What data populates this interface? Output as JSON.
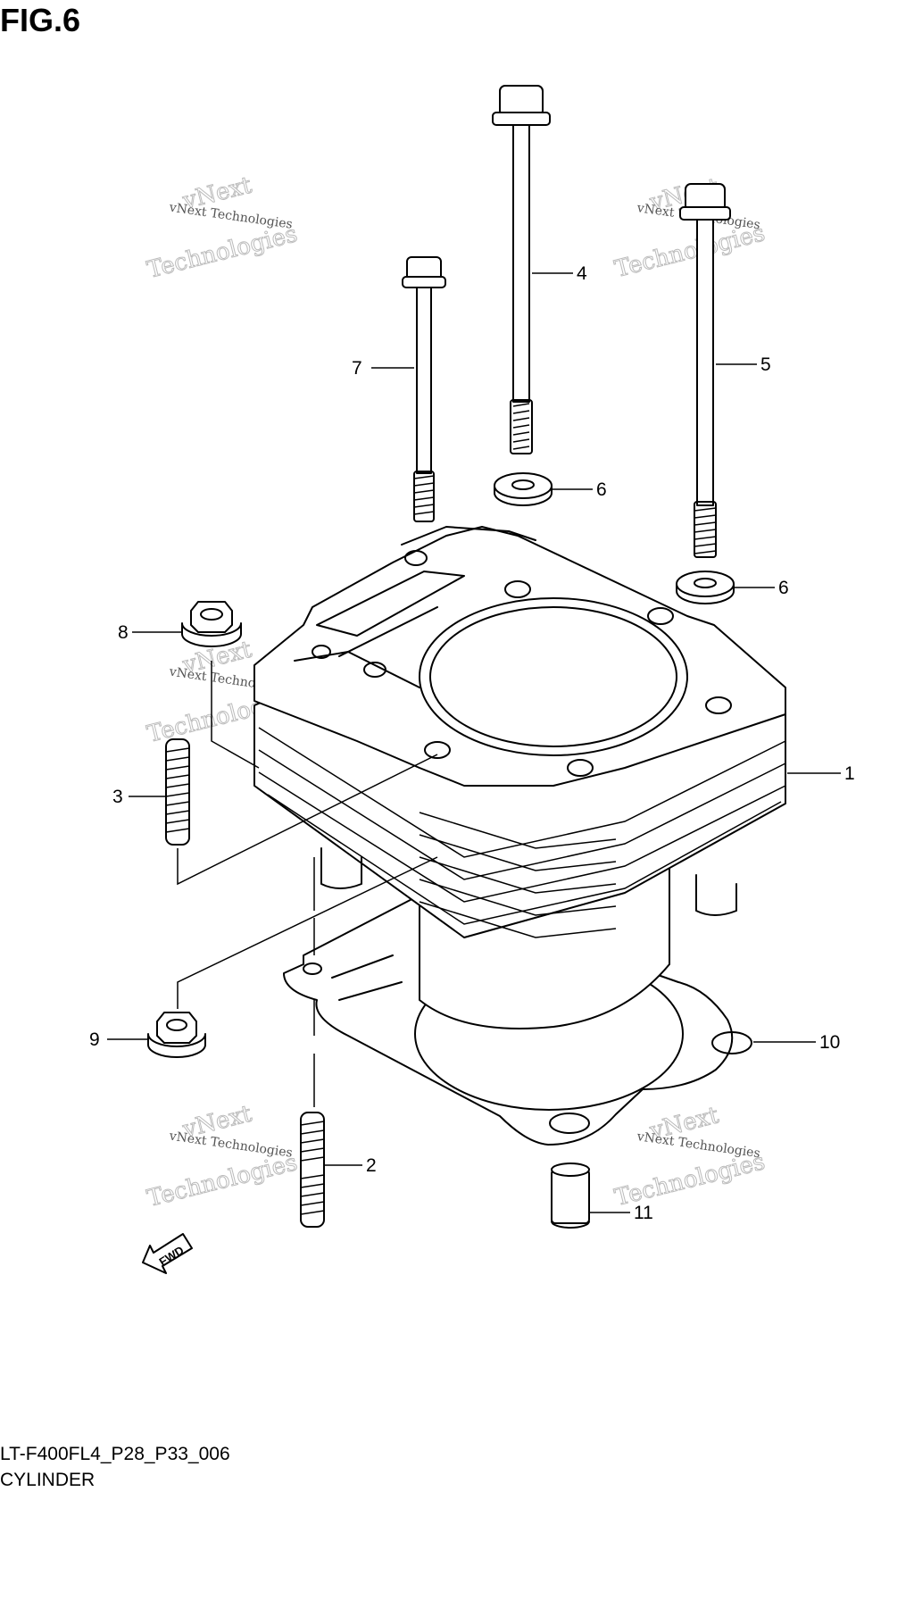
{
  "figure": {
    "title": "FIG.6",
    "code": "LT-F400FL4_P28_P33_006",
    "name": "CYLINDER",
    "fwd_label": "FWD"
  },
  "watermark": {
    "line1": "vNext",
    "line2": "vNext Technologies",
    "line3": "Technologies"
  },
  "callouts": {
    "c1": "1",
    "c2": "2",
    "c3": "3",
    "c4": "4",
    "c5": "5",
    "c6a": "6",
    "c6b": "6",
    "c7": "7",
    "c8": "8",
    "c9": "9",
    "c10": "10",
    "c11": "11"
  }
}
